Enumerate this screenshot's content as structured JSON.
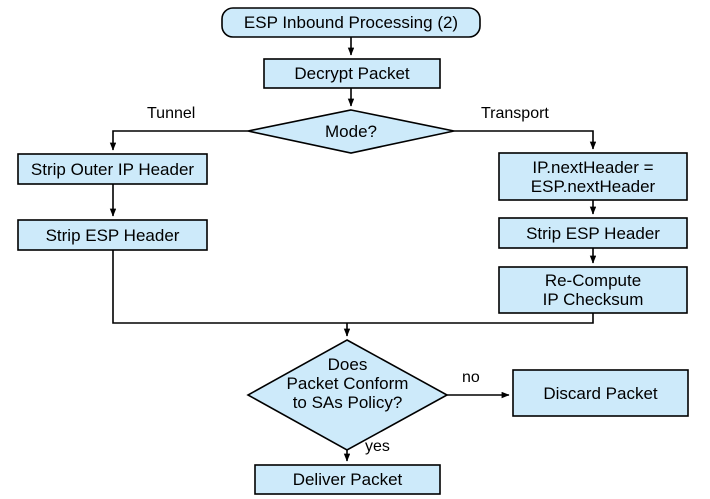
{
  "diagram": {
    "title": "ESP Inbound Processing (2)",
    "colors": {
      "node_fill": "#cdeafa",
      "node_stroke": "#000000",
      "background": "#ffffff",
      "text": "#000000"
    },
    "nodes": {
      "start": {
        "label": "ESP Inbound Processing (2)",
        "shape": "rounded-terminator"
      },
      "decrypt": {
        "label": "Decrypt Packet",
        "shape": "process"
      },
      "mode": {
        "label": "Mode?",
        "shape": "decision"
      },
      "strip_outer_ip": {
        "label": "Strip Outer IP Header",
        "shape": "process"
      },
      "strip_esp_left": {
        "label": "Strip ESP Header",
        "shape": "process"
      },
      "next_header": {
        "label": "IP.nextHeader =\nESP.nextHeader",
        "shape": "process"
      },
      "strip_esp_right": {
        "label": "Strip ESP Header",
        "shape": "process"
      },
      "recompute": {
        "label": "Re-Compute\nIP Checksum",
        "shape": "process"
      },
      "conform": {
        "label": "Does\nPacket Conform\nto SAs Policy?",
        "shape": "decision"
      },
      "discard": {
        "label": "Discard Packet",
        "shape": "process"
      },
      "deliver": {
        "label": "Deliver Packet",
        "shape": "process"
      }
    },
    "edge_labels": {
      "tunnel": "Tunnel",
      "transport": "Transport",
      "no": "no",
      "yes": "yes"
    }
  }
}
